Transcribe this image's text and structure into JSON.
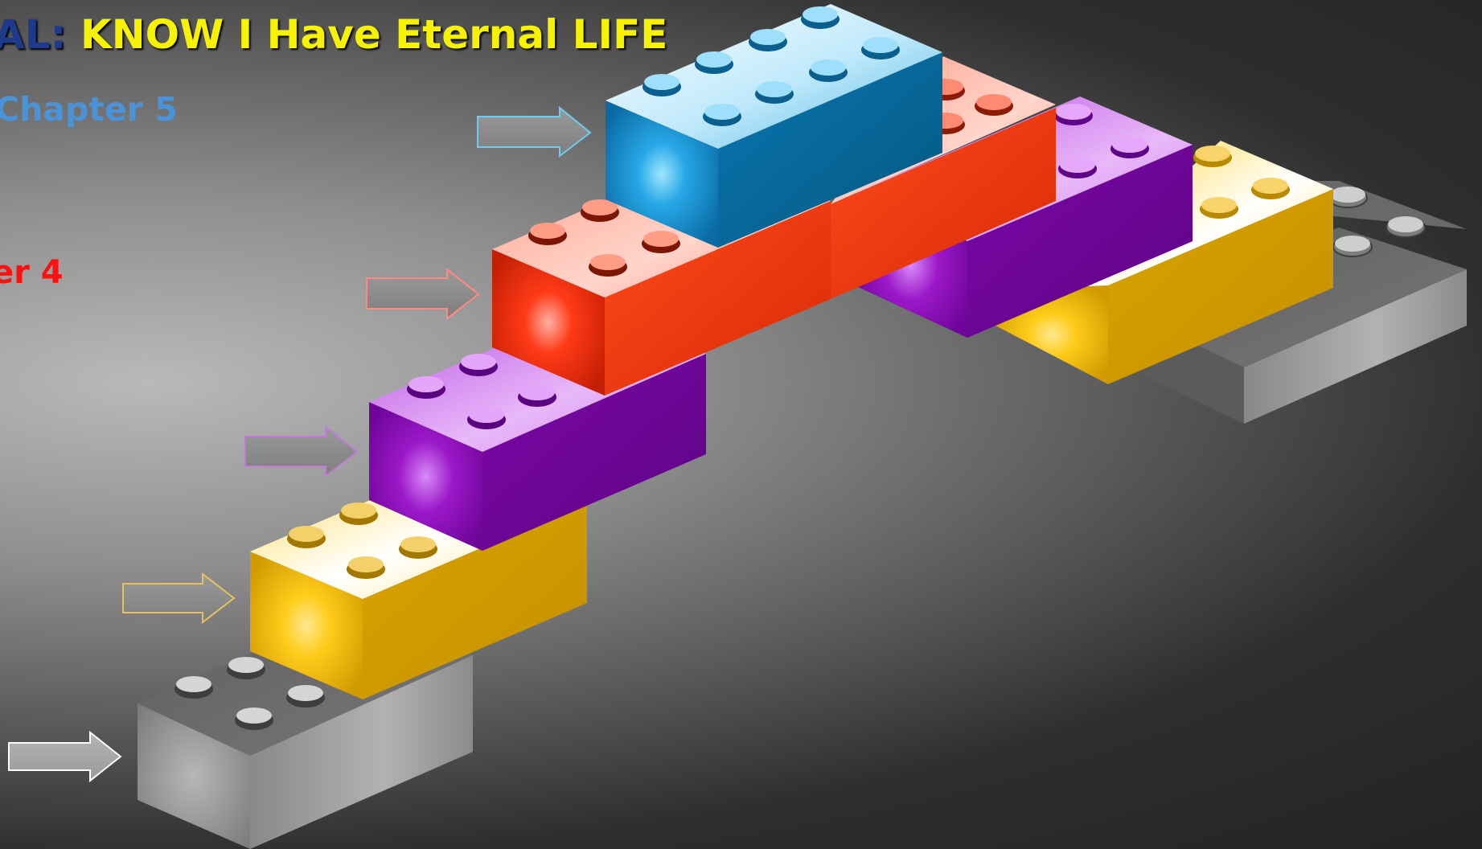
{
  "header": {
    "title_prefix": "AL:",
    "title": "KNOW I Have Eternal LIFE",
    "subtitle": "Chapter 5",
    "chapter_label": "er 4"
  },
  "colors": {
    "title_prefix": "#1f3a8a",
    "title": "#f7f200",
    "subtitle": "#4b93d8",
    "chapter_label": "#ff1010",
    "brick_blue": "#0e7fbd",
    "brick_red": "#ff3a17",
    "brick_purple": "#8a0ab5",
    "brick_yellow": "#f0b500",
    "brick_gray": "#9e9c9c"
  },
  "bricks": [
    {
      "name": "gray",
      "icon": "gray-lego-brick-icon"
    },
    {
      "name": "yellow",
      "icon": "yellow-lego-brick-icon"
    },
    {
      "name": "purple",
      "icon": "purple-lego-brick-icon"
    },
    {
      "name": "red",
      "icon": "red-lego-brick-icon"
    },
    {
      "name": "blue",
      "icon": "blue-lego-brick-icon"
    }
  ],
  "arrows": [
    {
      "icon": "arrow-right-icon",
      "outline": "#ffffff"
    },
    {
      "icon": "arrow-right-icon",
      "outline": "#e8c060"
    },
    {
      "icon": "arrow-right-icon",
      "outline": "#c07ad8"
    },
    {
      "icon": "arrow-right-icon",
      "outline": "#ff8a80"
    },
    {
      "icon": "arrow-right-icon",
      "outline": "#6ecbf0"
    }
  ]
}
